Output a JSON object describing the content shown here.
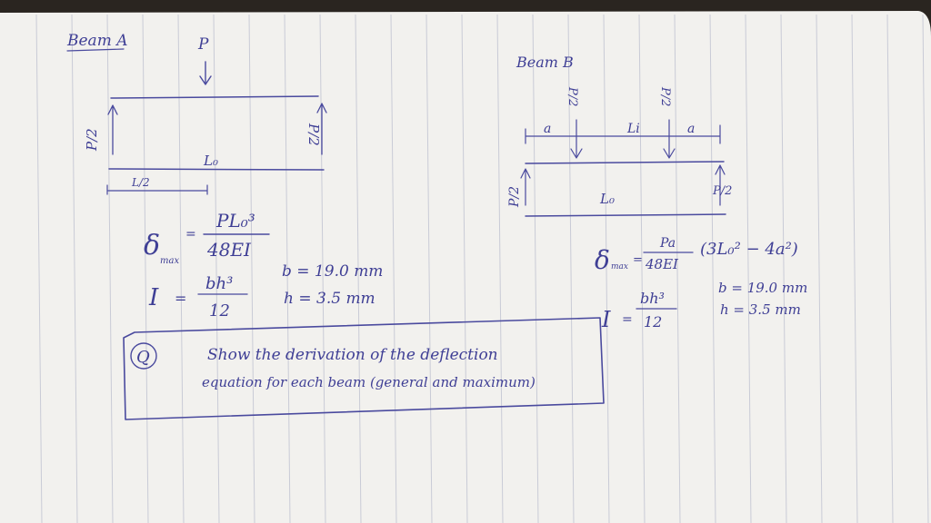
{
  "colors": {
    "paper": "#f2f1ee",
    "ruling": "#c9cbd6",
    "ink": "#4a4a9e",
    "background": "#2a2520"
  },
  "beam_a": {
    "title": "Beam A",
    "load": "P",
    "reaction_left": "P/2",
    "reaction_right": "P/2",
    "length": "L₀",
    "half_length": "L/2",
    "deflection": {
      "symbol": "δ",
      "sub": "max",
      "numerator": "PL₀³",
      "denominator": "48EI"
    },
    "inertia": {
      "lhs": "I",
      "numerator": "bh³",
      "denominator": "12"
    },
    "b_value": "b = 19.0 mm",
    "h_value": "h = 3.5 mm"
  },
  "beam_b": {
    "title": "Beam B",
    "load_left": "P/2",
    "load_right": "P/2",
    "span_left": "a",
    "span_mid": "Li",
    "span_right": "a",
    "reaction_left": "P/2",
    "reaction_right": "P/2",
    "length": "L₀",
    "deflection": {
      "symbol": "δ",
      "sub": "max",
      "numerator": "Pa",
      "denominator": "48EI",
      "tail": "(3L₀² − 4a²)"
    },
    "inertia": {
      "lhs": "I",
      "numerator": "bh³",
      "denominator": "12"
    },
    "b_value": "b = 19.0 mm",
    "h_value": "h = 3.5 mm"
  },
  "question": {
    "marker": "Q",
    "line1": "Show the derivation of the deflection",
    "line2": "equation for each beam (general and maximum)"
  }
}
